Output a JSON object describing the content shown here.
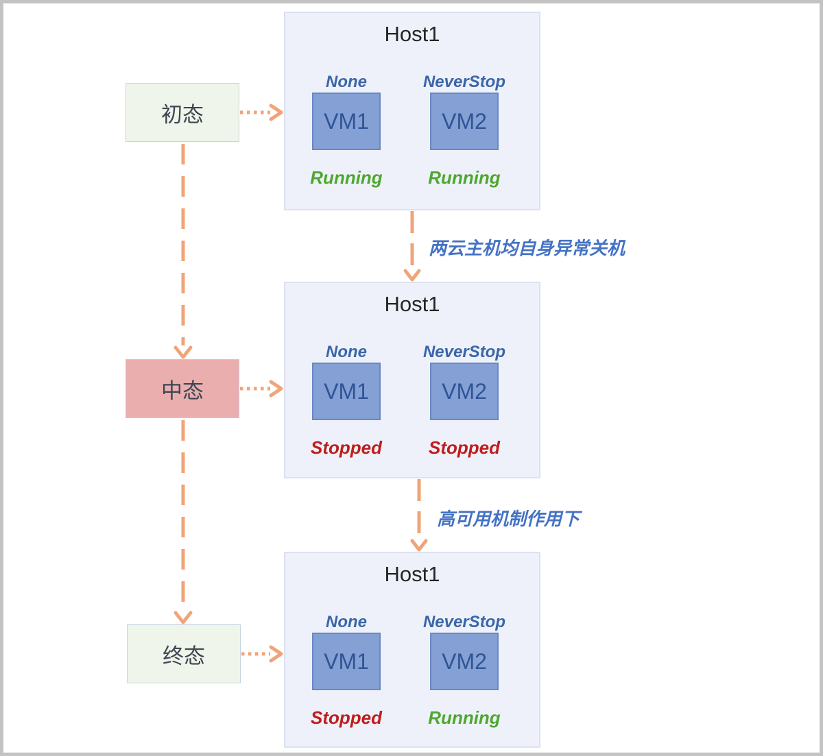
{
  "diagram": {
    "states": [
      {
        "label": "初态"
      },
      {
        "label": "中态"
      },
      {
        "label": "终态"
      }
    ],
    "transitions": [
      {
        "label": "两云主机均自身异常关机"
      },
      {
        "label": "高可用机制作用下"
      }
    ],
    "hosts": [
      {
        "title": "Host1",
        "vms": [
          {
            "policy": "None",
            "name": "VM1",
            "status": "Running",
            "status_color": "green"
          },
          {
            "policy": "NeverStop",
            "name": "VM2",
            "status": "Running",
            "status_color": "green"
          }
        ]
      },
      {
        "title": "Host1",
        "vms": [
          {
            "policy": "None",
            "name": "VM1",
            "status": "Stopped",
            "status_color": "red"
          },
          {
            "policy": "NeverStop",
            "name": "VM2",
            "status": "Stopped",
            "status_color": "red"
          }
        ]
      },
      {
        "title": "Host1",
        "vms": [
          {
            "policy": "None",
            "name": "VM1",
            "status": "Stopped",
            "status_color": "red"
          },
          {
            "policy": "NeverStop",
            "name": "VM2",
            "status": "Running",
            "status_color": "green"
          }
        ]
      }
    ],
    "colors": {
      "arrow_orange": "#F0A478",
      "host_bg": "#EEF1F9",
      "host_border": "#DBE1F0",
      "state_green_bg": "#EFF5EA",
      "state_pink_bg": "#EAAEAF",
      "state_border": "#C6D3E2",
      "vm_fill": "#84A0D4",
      "vm_border": "#6888C4",
      "vm_text": "#2F5496",
      "policy_text": "#3A66A8",
      "running_green": "#4EA72E",
      "stopped_red": "#BF1D1D",
      "transition_text": "#4472C4"
    }
  }
}
